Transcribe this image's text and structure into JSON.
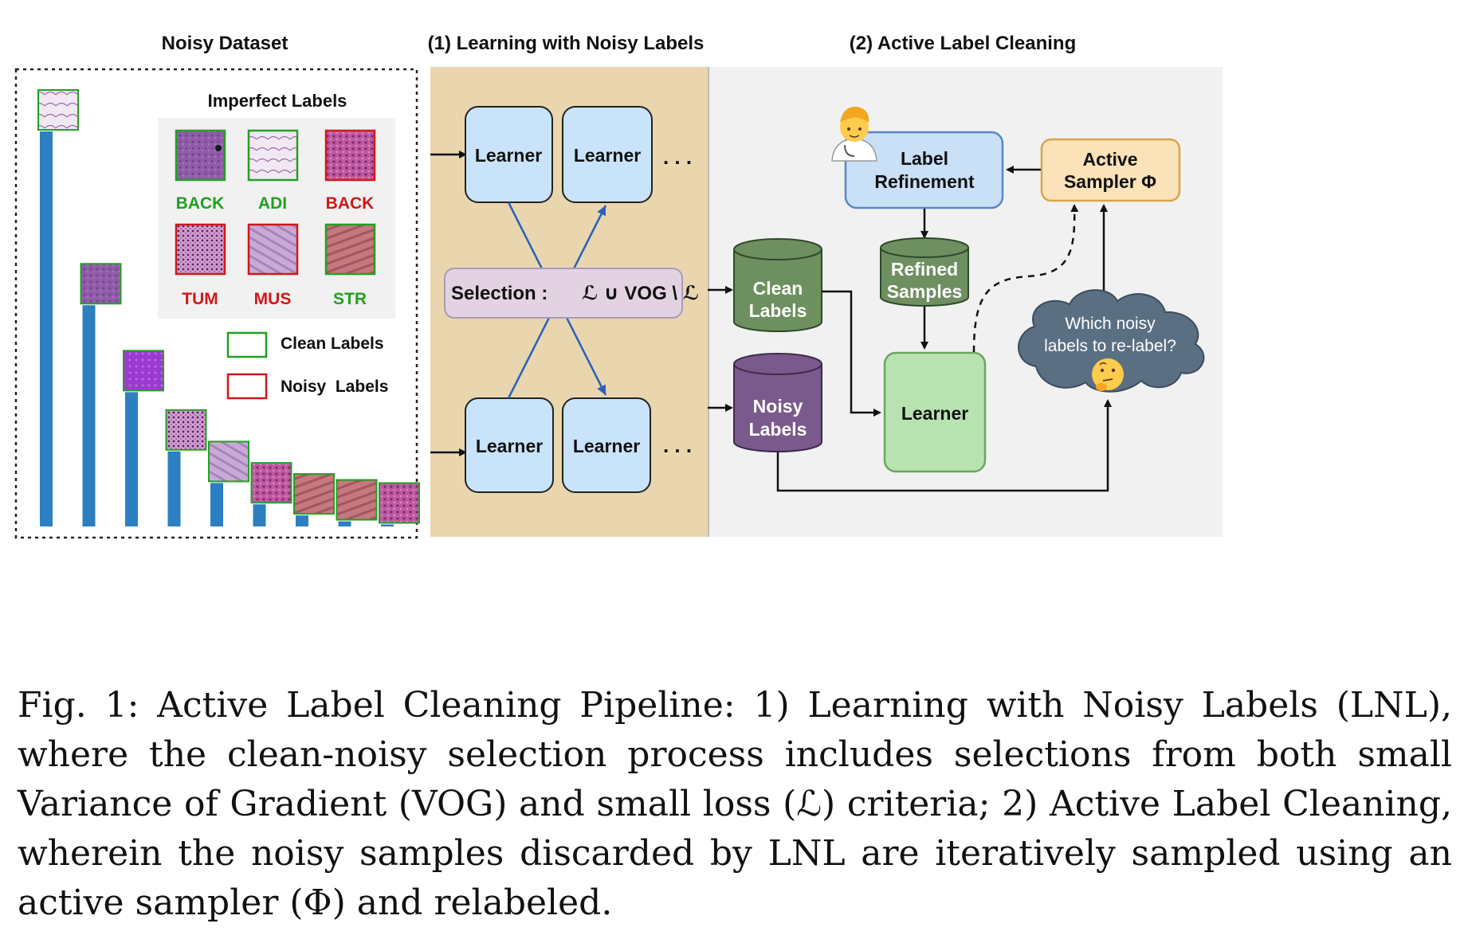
{
  "sections": {
    "noisy_dataset_title": "Noisy Dataset",
    "lnl_title": "(1) Learning with Noisy Labels",
    "alc_title": "(2) Active Label Cleaning"
  },
  "imperfect_labels": {
    "title": "Imperfect Labels",
    "samples": [
      {
        "label": "BACK",
        "status": "clean",
        "color": "#22a022"
      },
      {
        "label": "ADI",
        "status": "clean",
        "color": "#22a022"
      },
      {
        "label": "BACK",
        "status": "noisy",
        "color": "#d01818"
      },
      {
        "label": "TUM",
        "status": "noisy",
        "color": "#d01818"
      },
      {
        "label": "MUS",
        "status": "noisy",
        "color": "#d01818"
      },
      {
        "label": "STR",
        "status": "clean",
        "color": "#22a022"
      }
    ]
  },
  "legend": {
    "clean": "Clean Labels",
    "noisy": "Noisy  Labels"
  },
  "class_distribution": {
    "relative_counts": [
      1.0,
      0.56,
      0.34,
      0.19,
      0.11,
      0.056,
      0.028,
      0.013,
      0.005
    ],
    "bar_color": "#2c7fc1"
  },
  "lnl": {
    "learner_label": "Learner",
    "ellipsis": ". . .",
    "selection_prefix": "Selection : ",
    "selection_formula": "ℒ ∪ VOG \\ ℒ",
    "panel_color": "#ead6ae"
  },
  "alc": {
    "label_refinement": [
      "Label",
      "Refinement"
    ],
    "active_sampler": [
      "Active",
      "Sampler Φ"
    ],
    "refined_samples": [
      "Refined",
      "Samples"
    ],
    "clean_labels": [
      "Clean",
      "Labels"
    ],
    "noisy_labels": [
      "Noisy",
      "Labels"
    ],
    "learner_label": "Learner",
    "cloud_text": [
      "Which noisy",
      "labels to re-label?"
    ],
    "annotator_icon": "doctor-emoji-icon",
    "thinking_icon": "thinking-face-emoji-icon",
    "panel_color": "#f1f1f1"
  },
  "caption": "Fig. 1: Active Label Cleaning Pipeline: 1) Learning with Noisy Labels (LNL), where the clean-noisy selection process includes selections from both small Variance of Gradient (VOG) and small loss (ℒ) criteria; 2) Active Label Cleaning, wherein the noisy samples discarded by LNL are iteratively sampled using an active sampler (Φ) and relabeled."
}
